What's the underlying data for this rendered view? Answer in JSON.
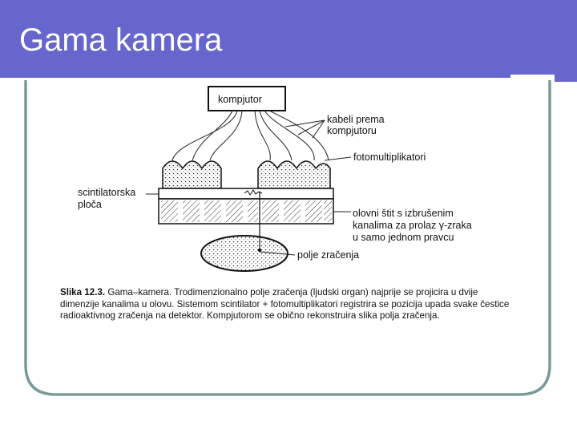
{
  "slide": {
    "title": "Gama kamera"
  },
  "diagram": {
    "labels": {
      "computer": "kompjutor",
      "cables_line1": "kabeli prema",
      "cables_line2": "kompjutoru",
      "photomultipliers": "fotomultiplikatori",
      "scintillator_line1": "scintilatorska",
      "scintillator_line2": "ploča",
      "lead_line1": "olovni štit s izbrušenim",
      "lead_line2": "kanalima za prolaz γ-zraka",
      "lead_line3": "u samo jednom pravcu",
      "radiation_field": "polje zračenja"
    },
    "caption": {
      "figure_ref": "Slika 12.3.",
      "text": "Gama–kamera. Trodimenzionalno polje zračenja (ljudski organ) najprije se projicira u dvije dimenzije kanalima u olovu. Sistemom scintilator + fotomultiplikatori registrira se pozicija upada svake čestice radioaktivnog zračenja na detektor. Kompjutorom se obično rekonstruira slika polja zračenja."
    }
  },
  "colors": {
    "accent": "#6666cc",
    "frame": "#7a9a9a"
  }
}
